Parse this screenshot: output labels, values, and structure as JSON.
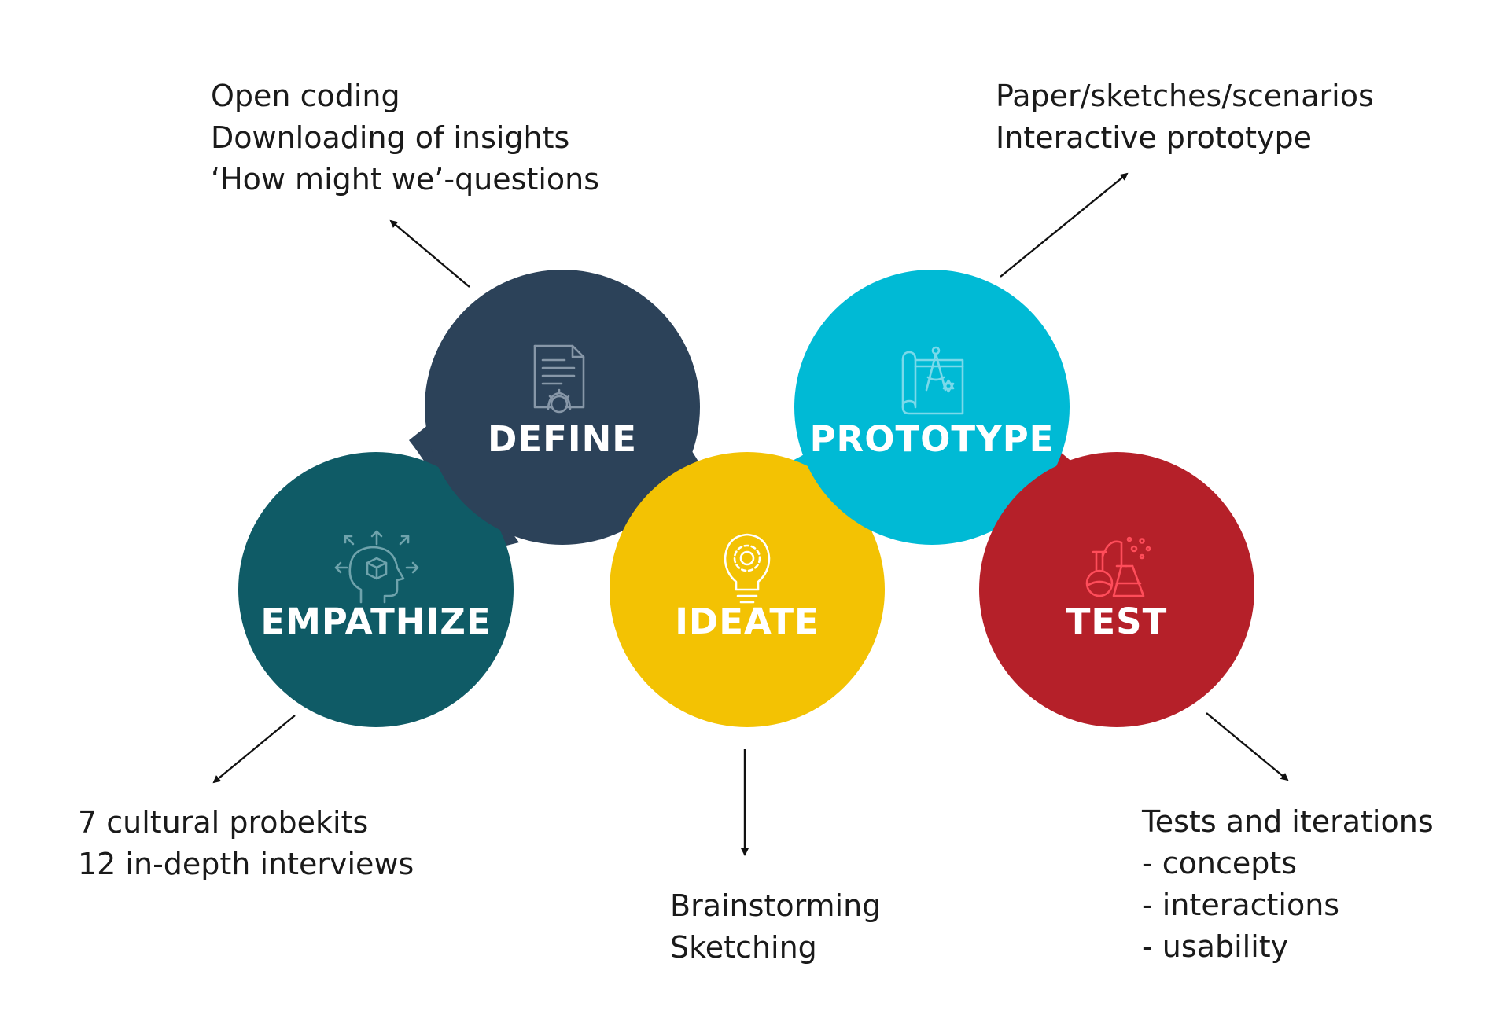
{
  "colors": {
    "empathize": "#0F5B66",
    "define": "#2C4259",
    "ideate": "#F3C203",
    "prototype": "#00BAD5",
    "test": "#B52029",
    "icon_light": "#6FA3AC",
    "icon_define": "#8797A8",
    "icon_ideate": "#FFFFFF",
    "icon_prototype": "#7AD9EA",
    "icon_test": "#FF4D5A",
    "arrow": "#111111",
    "text": "#1A1A1A"
  },
  "stages": {
    "empathize": {
      "label": "EMPATHIZE",
      "icon": "head-gears-icon"
    },
    "define": {
      "label": "DEFINE",
      "icon": "document-gear-icon"
    },
    "ideate": {
      "label": "IDEATE",
      "icon": "lightbulb-gear-icon"
    },
    "prototype": {
      "label": "PROTOTYPE",
      "icon": "blueprint-compass-icon"
    },
    "test": {
      "label": "TEST",
      "icon": "lab-flasks-icon"
    }
  },
  "notes": {
    "define": [
      "Open coding",
      "Downloading of insights",
      "‘How might we’-questions"
    ],
    "prototype": [
      "Paper/sketches/scenarios",
      "Interactive prototype"
    ],
    "empathize": [
      "7 cultural probekits",
      "12 in-depth interviews"
    ],
    "ideate": [
      "Brainstorming",
      "Sketching"
    ],
    "test": [
      "Tests and iterations",
      "- concepts",
      "- interactions",
      "- usability"
    ]
  }
}
